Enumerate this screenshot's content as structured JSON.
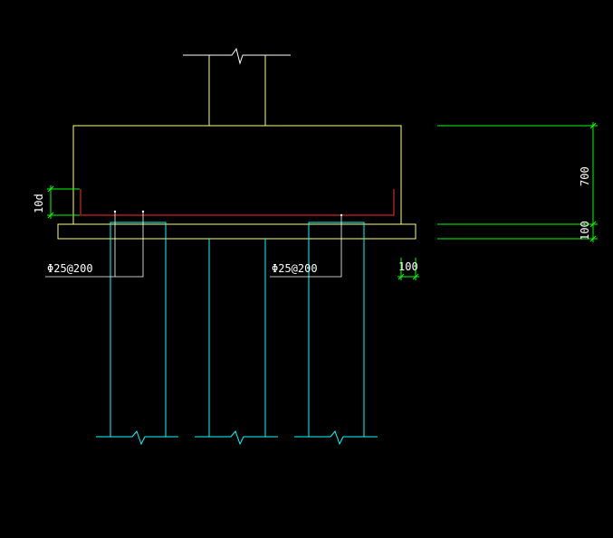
{
  "drawing": {
    "background": "#000000",
    "colors": {
      "concrete": "#ffff7a",
      "pile": "#00ffff",
      "rebar": "#ff2a2a",
      "dimension": "#00ff00",
      "leader": "#ffffff",
      "text": "#ffffff",
      "break_line": "#ffffff"
    },
    "labels": {
      "rebar_left": "Φ25@200",
      "rebar_right": "Φ25@200",
      "dim_anchorage": "10d",
      "dim_cap_height": "700",
      "dim_cushion": "100",
      "dim_overhang": "100"
    }
  }
}
